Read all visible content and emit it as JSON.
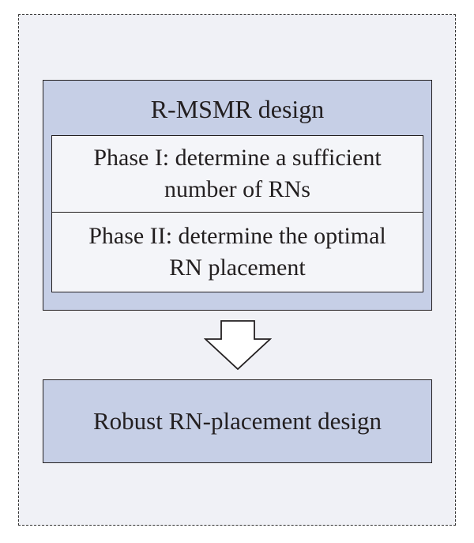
{
  "design_box": {
    "title": "R-MSMR design",
    "phases": [
      {
        "line1": "Phase I: determine a sufficient",
        "line2": "number of RNs"
      },
      {
        "line1": "Phase II: determine the optimal",
        "line2": "RN placement"
      }
    ]
  },
  "result_box": {
    "label": "Robust RN-placement design"
  },
  "colors": {
    "frame_fill": "#f0f1f6",
    "box_fill": "#c6cfe6",
    "phase_fill": "#f4f5f9",
    "stroke": "#231f20"
  },
  "icons": {
    "flow_arrow": "arrow-down-icon"
  }
}
